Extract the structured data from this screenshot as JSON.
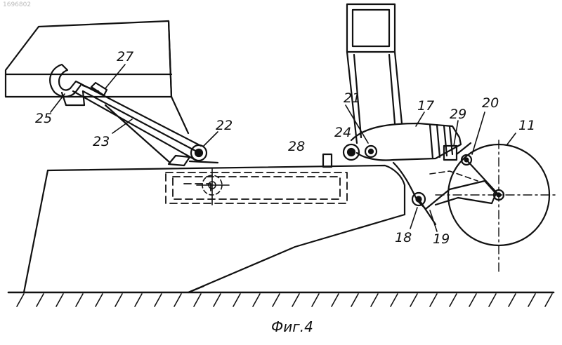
{
  "figure": {
    "caption": "Фиг.4",
    "doc_number": "1696802",
    "labels": {
      "l11": "11",
      "l17": "17",
      "l18": "18",
      "l19": "19",
      "l20": "20",
      "l21": "21",
      "l22": "22",
      "l23": "23",
      "l24": "24",
      "l25": "25",
      "l27": "27",
      "l28": "28",
      "l29": "29"
    }
  }
}
